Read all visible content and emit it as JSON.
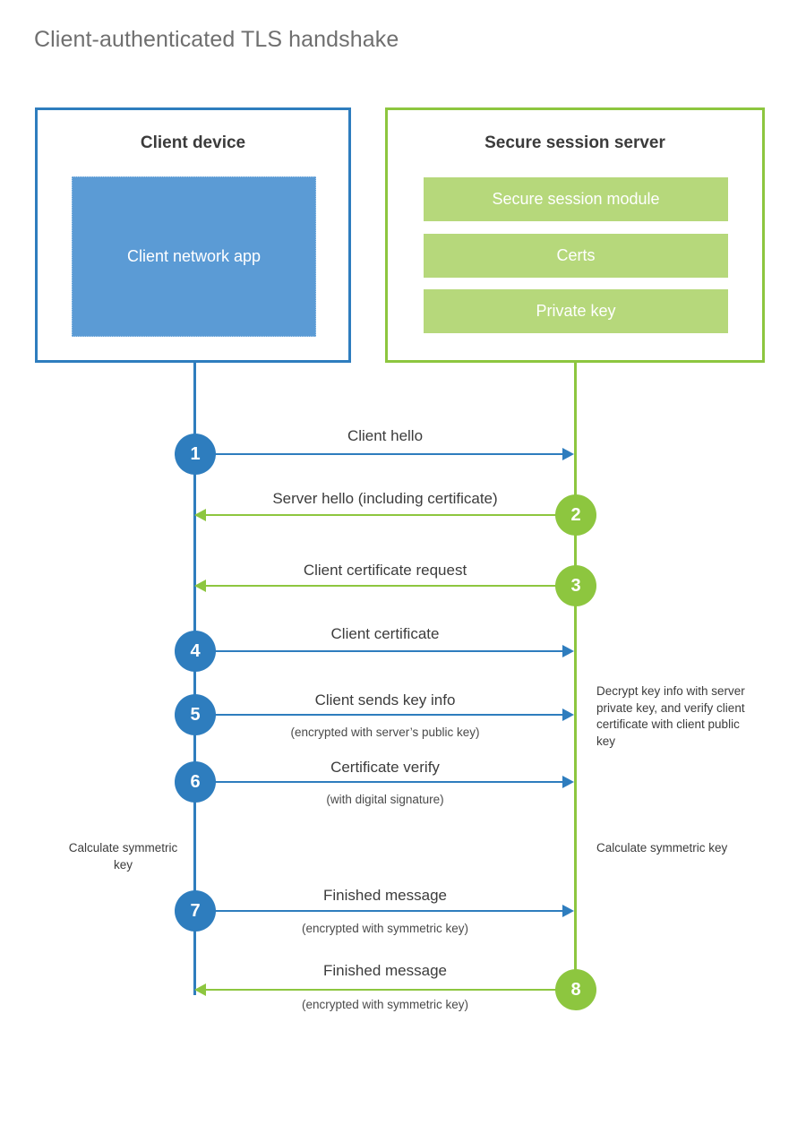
{
  "page": {
    "title": "Client-authenticated TLS handshake",
    "background": "#ffffff"
  },
  "colors": {
    "client_accent": "#2e7dbe",
    "server_accent": "#8dc63f",
    "client_app_fill": "#5b9bd5",
    "server_bar_fill": "#b6d87b",
    "title_text": "#6f6f6f",
    "body_text": "#3c3c3c"
  },
  "participants": [
    {
      "id": "client",
      "title": "Client device",
      "accent": "#2e7dbe",
      "inner": [
        {
          "label": "Client network app"
        }
      ]
    },
    {
      "id": "server",
      "title": "Secure session server",
      "accent": "#8dc63f",
      "inner": [
        {
          "label": "Secure session module"
        },
        {
          "label": "Certs"
        },
        {
          "label": "Private key"
        }
      ]
    }
  ],
  "steps": [
    {
      "number": "1",
      "label": "Client hello",
      "sublabel": "",
      "from": "client",
      "to": "server",
      "color": "#2e7dbe"
    },
    {
      "number": "2",
      "label": "Server hello (including certificate)",
      "sublabel": "",
      "from": "server",
      "to": "client",
      "color": "#8dc63f"
    },
    {
      "number": "3",
      "label": "Client certificate request",
      "sublabel": "",
      "from": "server",
      "to": "client",
      "color": "#8dc63f"
    },
    {
      "number": "4",
      "label": "Client certificate",
      "sublabel": "",
      "from": "client",
      "to": "server",
      "color": "#2e7dbe"
    },
    {
      "number": "5",
      "label": "Client sends key info",
      "sublabel": "(encrypted with server’s public key)",
      "from": "client",
      "to": "server",
      "color": "#2e7dbe"
    },
    {
      "number": "6",
      "label": "Certificate verify",
      "sublabel": "(with digital signature)",
      "from": "client",
      "to": "server",
      "color": "#2e7dbe"
    },
    {
      "number": "7",
      "label": "Finished message",
      "sublabel": "(encrypted with symmetric key)",
      "from": "client",
      "to": "server",
      "color": "#2e7dbe"
    },
    {
      "number": "8",
      "label": "Finished message",
      "sublabel": "(encrypted with symmetric key)",
      "from": "server",
      "to": "client",
      "color": "#8dc63f"
    }
  ],
  "notes": {
    "server_decrypt": "Decrypt key info with server private key, and verify client certificate with client public key",
    "client_calculate": "Calculate symmetric key",
    "server_calculate": "Calculate symmetric key"
  }
}
